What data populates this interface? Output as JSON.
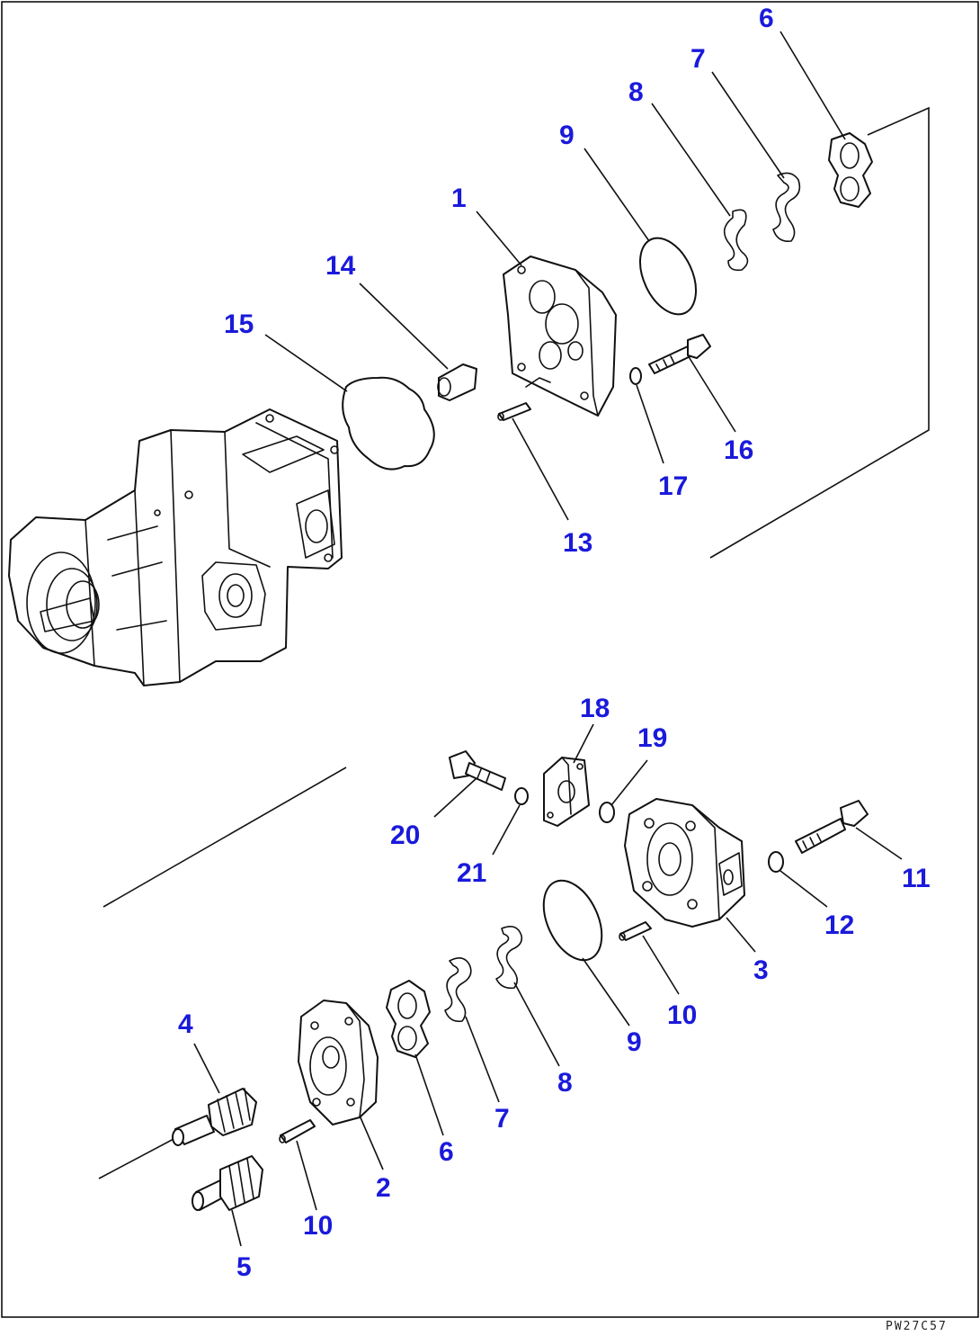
{
  "callouts": {
    "c6_top": "6",
    "c7_top": "7",
    "c8_top": "8",
    "c9_top": "9",
    "c1": "1",
    "c14": "14",
    "c15": "15",
    "c16": "16",
    "c17": "17",
    "c13": "13",
    "c18": "18",
    "c19": "19",
    "c20": "20",
    "c21": "21",
    "c11": "11",
    "c12": "12",
    "c3": "3",
    "c10_right": "10",
    "c9_bottom": "9",
    "c8_bottom": "8",
    "c7_bottom": "7",
    "c6_bottom": "6",
    "c4": "4",
    "c2": "2",
    "c10_left": "10",
    "c5": "5"
  },
  "drawing_code": "PW27C57"
}
